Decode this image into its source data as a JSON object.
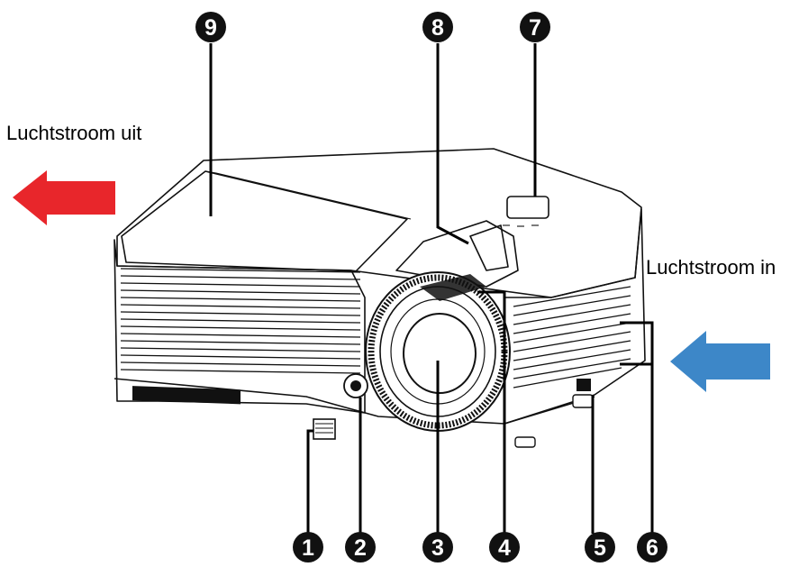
{
  "labels": {
    "airflow_out": "Luchtstroom uit",
    "airflow_in": "Luchtstroom in"
  },
  "callouts": [
    "1",
    "2",
    "3",
    "4",
    "5",
    "6",
    "7",
    "8",
    "9"
  ],
  "colors": {
    "airflow_out_arrow": "#e8262b",
    "airflow_in_arrow": "#3d87c8",
    "badge": "#111111",
    "outline": "#111111"
  },
  "icons": {
    "airflow_out": "arrow-left-icon",
    "airflow_in": "arrow-left-icon"
  }
}
